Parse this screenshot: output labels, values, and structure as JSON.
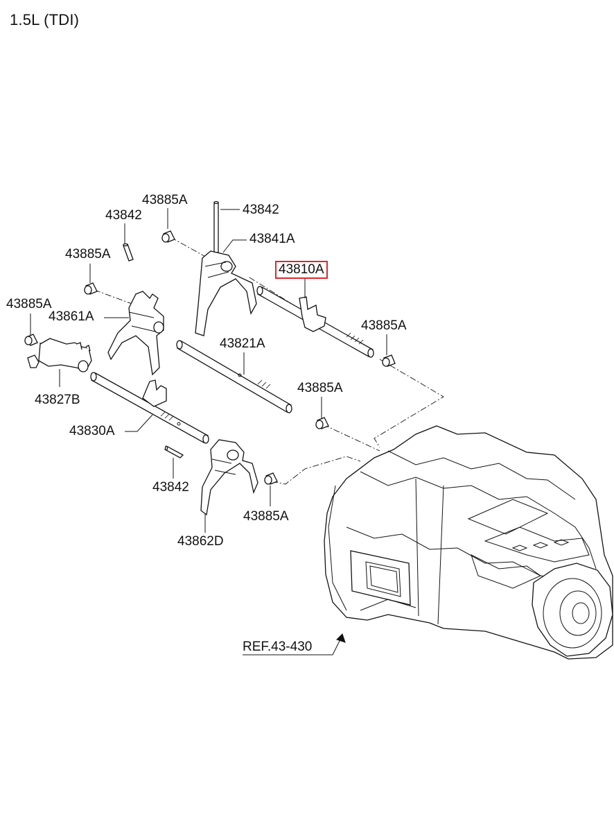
{
  "diagram": {
    "title": "1.5L (TDI)",
    "highlight_color": "#e0262b",
    "labels": {
      "p43885A_top": "43885A",
      "p43842_top": "43842",
      "p43842_left": "43842",
      "p43841A": "43841A",
      "p43885A_left": "43885A",
      "p43810A": "43810A",
      "p43885A_far_left": "43885A",
      "p43861A": "43861A",
      "p43885A_right": "43885A",
      "p43821A": "43821A",
      "p43827B": "43827B",
      "p43885A_mid": "43885A",
      "p43830A": "43830A",
      "p43842_bottom": "43842",
      "p43885A_bottom": "43885A",
      "p43862D": "43862D",
      "ref": "REF.43-430"
    }
  }
}
